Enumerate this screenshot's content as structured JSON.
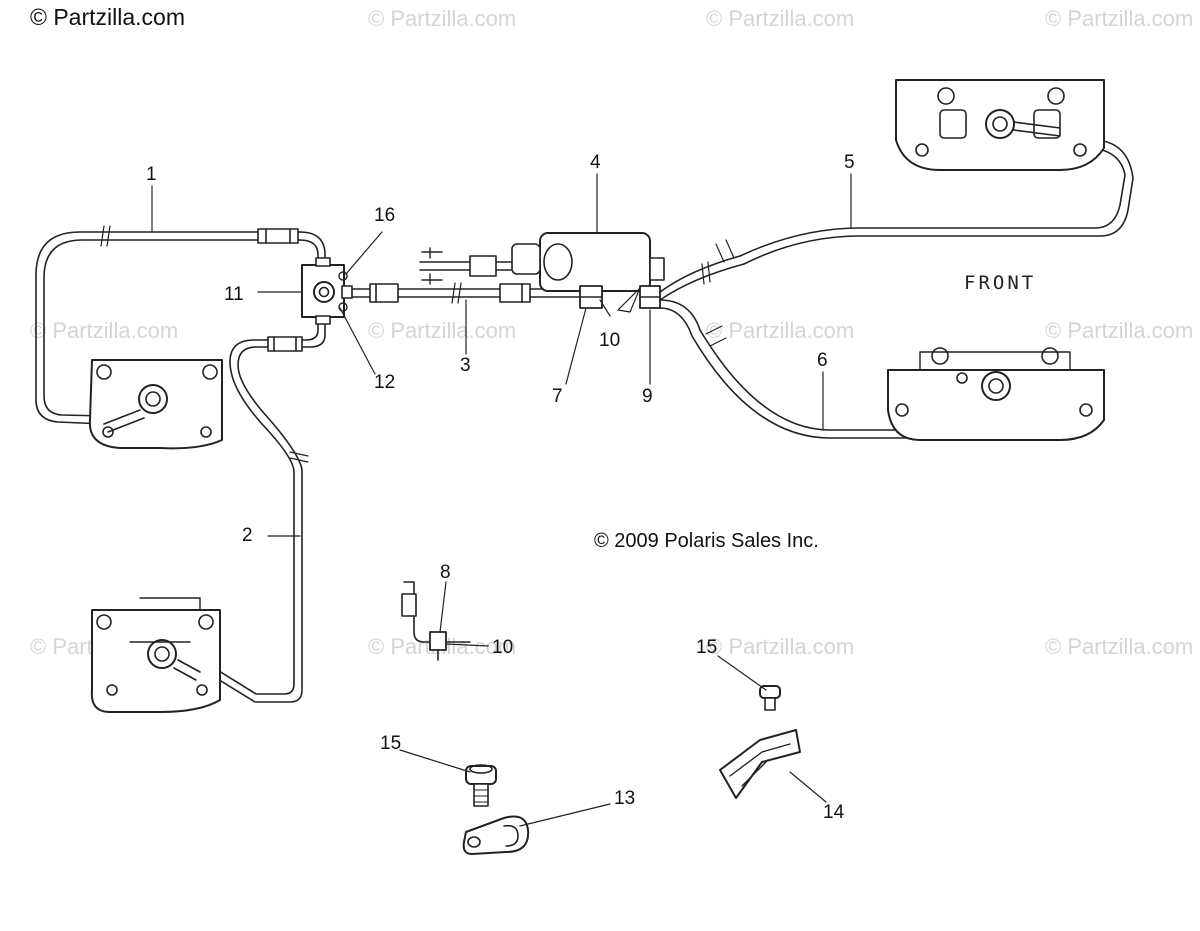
{
  "header": {
    "site_watermark": "© Partzilla.com"
  },
  "watermarks": [
    "© Partzilla.com",
    "© Partzilla.com",
    "© Partzilla.com",
    "© Partzilla.com",
    "© Partzilla.com",
    "© Partzilla.com",
    "© Partzilla.com",
    "© Partzilla.com",
    "© Partzilla.com",
    "© Partzilla.com",
    "© Partzilla.com"
  ],
  "diagram": {
    "orientation_label": "FRONT",
    "copyright": "© 2009 Polaris Sales Inc.",
    "callouts": [
      "1",
      "2",
      "3",
      "4",
      "5",
      "6",
      "7",
      "8",
      "9",
      "10",
      "10",
      "11",
      "12",
      "13",
      "14",
      "15",
      "15",
      "16"
    ]
  },
  "colors": {
    "line": "#222222",
    "watermark": "#d4d4d4",
    "background": "#ffffff"
  }
}
